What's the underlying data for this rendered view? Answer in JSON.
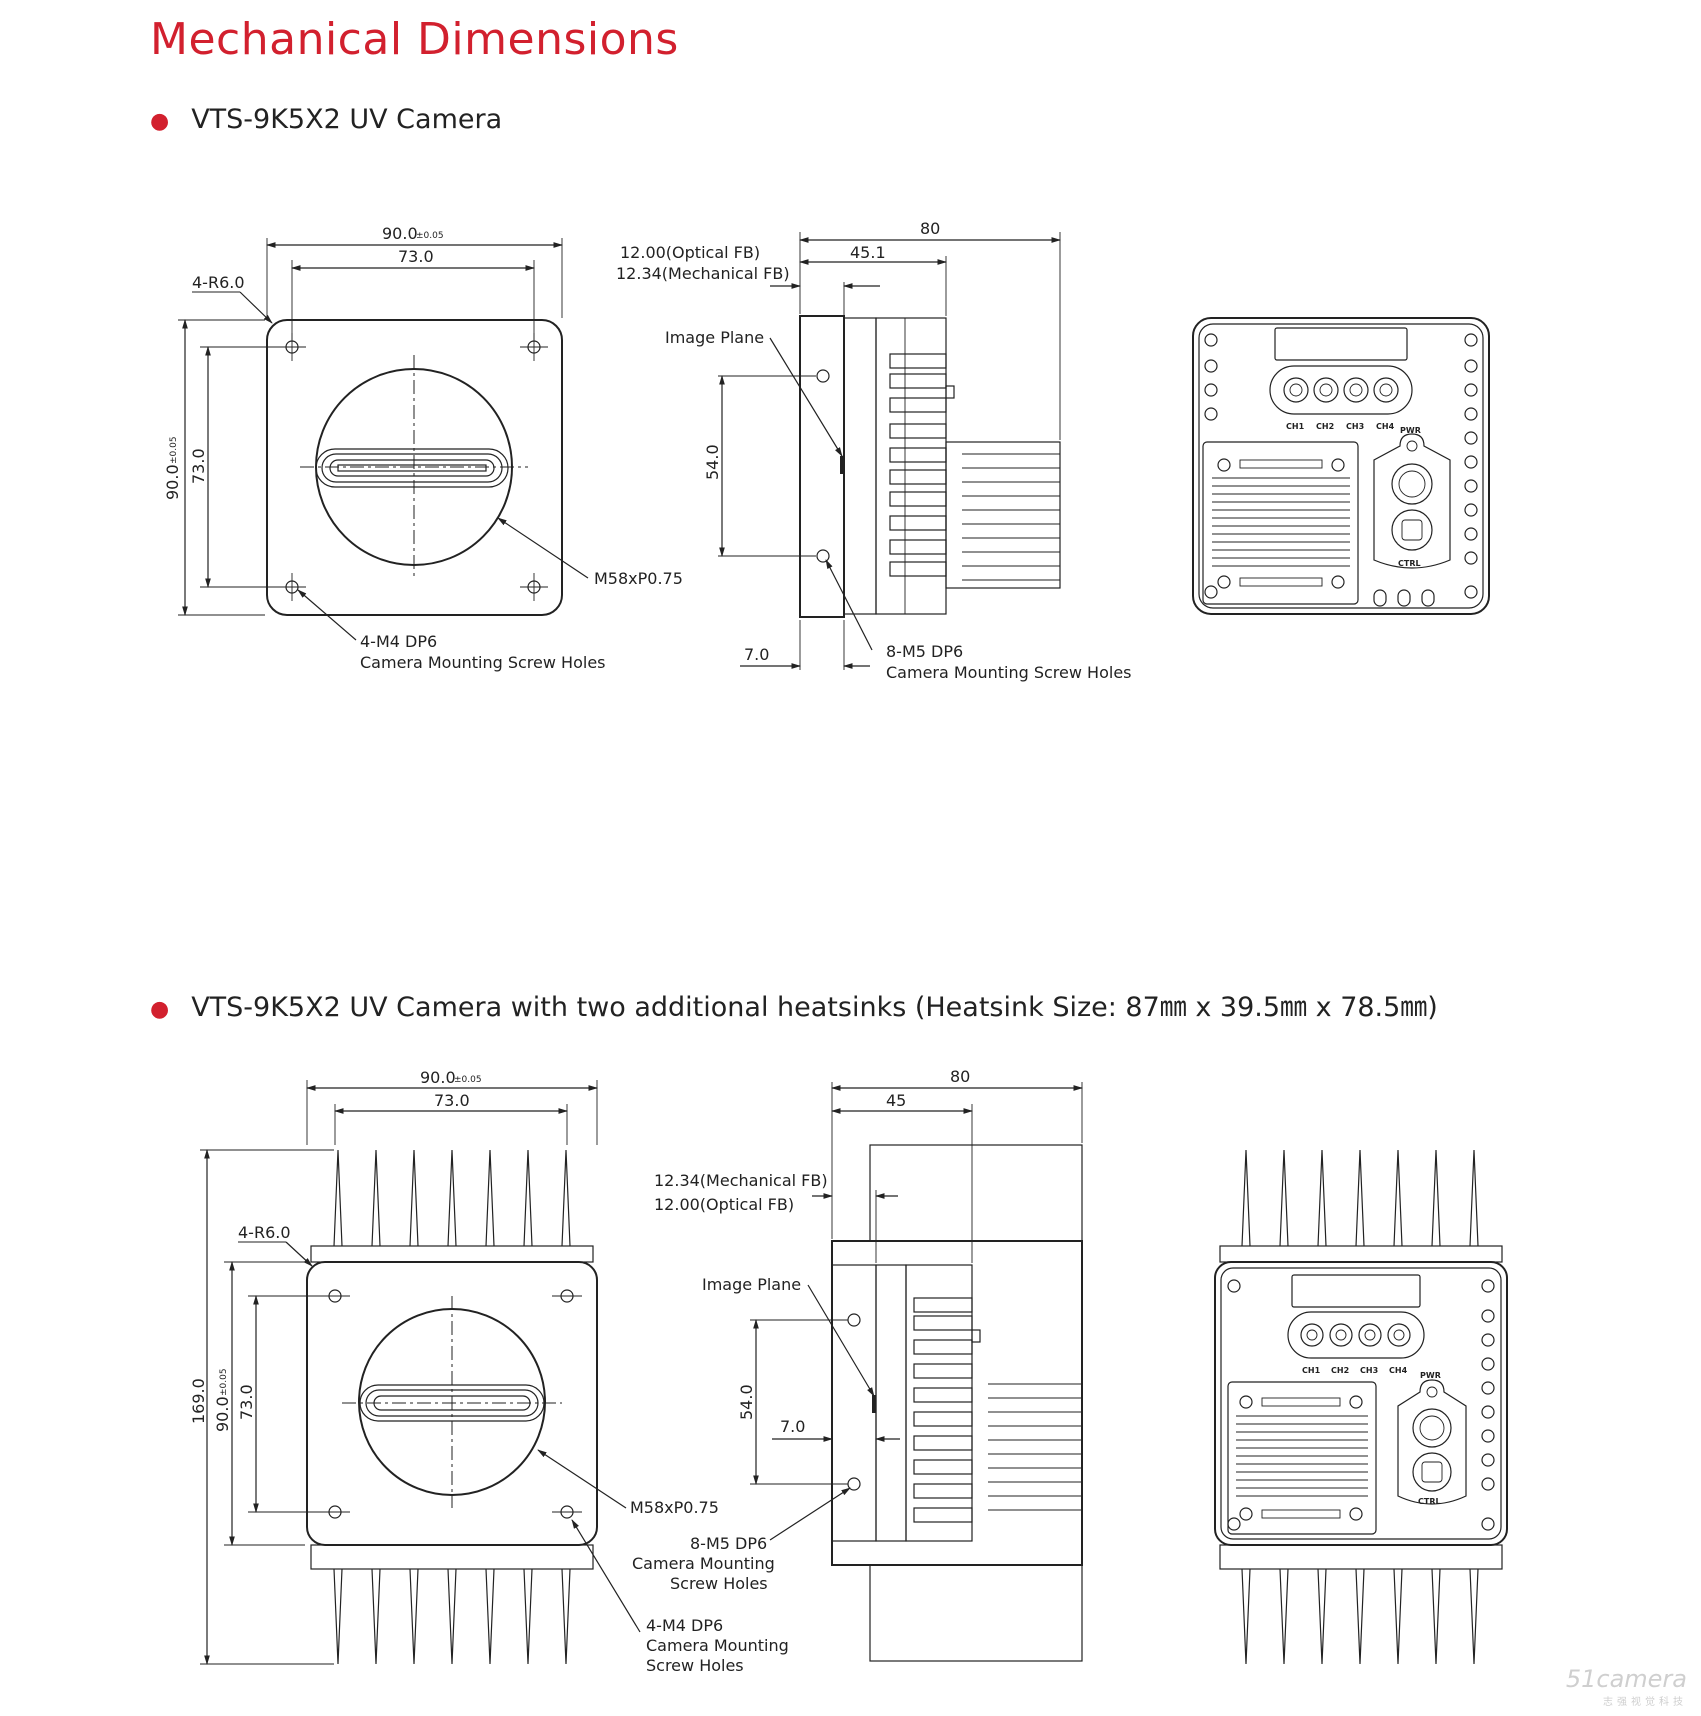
{
  "page": {
    "title": "Mechanical Dimensions"
  },
  "sections": [
    {
      "bullet": "VTS-9K5X2 UV Camera"
    },
    {
      "bullet": "VTS-9K5X2 UV Camera with two additional heatsinks (Heatsink Size: 87㎜ x 39.5㎜ x 78.5㎜)"
    }
  ],
  "drawing1": {
    "front": {
      "width_dim": "90.0",
      "width_tol": "±0.05",
      "hole_dim": "73.0",
      "height_dim": "90.0",
      "height_tol": "±0.05",
      "hole_vdim": "73.0",
      "corner_radius": "4-R6.0",
      "thread": "M58xP0.75",
      "screw_callout_1": "4-M4 DP6",
      "screw_callout_2": "Camera Mounting Screw Holes"
    },
    "side": {
      "length_dim": "80",
      "body_dim": "45.1",
      "optical_fb": "12.00(Optical FB)",
      "mech_fb": "12.34(Mechanical FB)",
      "image_plane": "Image Plane",
      "hole_spacing": "54.0",
      "flange_dim": "7.0",
      "screw_callout_1": "8-M5 DP6",
      "screw_callout_2": "Camera Mounting Screw Holes"
    },
    "rear": {
      "ch1": "CH1",
      "ch2": "CH2",
      "ch3": "CH3",
      "ch4": "CH4",
      "pwr": "PWR",
      "ctrl": "CTRL"
    }
  },
  "drawing2": {
    "front": {
      "width_dim": "90.0",
      "width_tol": "±0.05",
      "hole_dim": "73.0",
      "total_height": "169.0",
      "height_dim": "90.0",
      "height_tol": "±0.05",
      "hole_vdim": "73.0",
      "corner_radius": "4-R6.0",
      "thread": "M58xP0.75",
      "screw_callout_1": "4-M4 DP6",
      "screw_callout_2": "Camera Mounting",
      "screw_callout_3": "Screw Holes"
    },
    "side": {
      "length_dim": "80",
      "body_dim": "45",
      "mech_fb": "12.34(Mechanical FB)",
      "optical_fb": "12.00(Optical FB)",
      "image_plane": "Image Plane",
      "hole_spacing": "54.0",
      "flange_dim": "7.0",
      "screw_callout_1": "8-M5 DP6",
      "screw_callout_2": "Camera Mounting",
      "screw_callout_3": "Screw Holes"
    },
    "rear": {
      "ch1": "CH1",
      "ch2": "CH2",
      "ch3": "CH3",
      "ch4": "CH4",
      "pwr": "PWR",
      "ctrl": "CTRL"
    }
  },
  "watermark": {
    "main": "51camera",
    "sub": "志强视觉科技"
  },
  "colors": {
    "accent": "#d2202e",
    "line": "#222222"
  }
}
